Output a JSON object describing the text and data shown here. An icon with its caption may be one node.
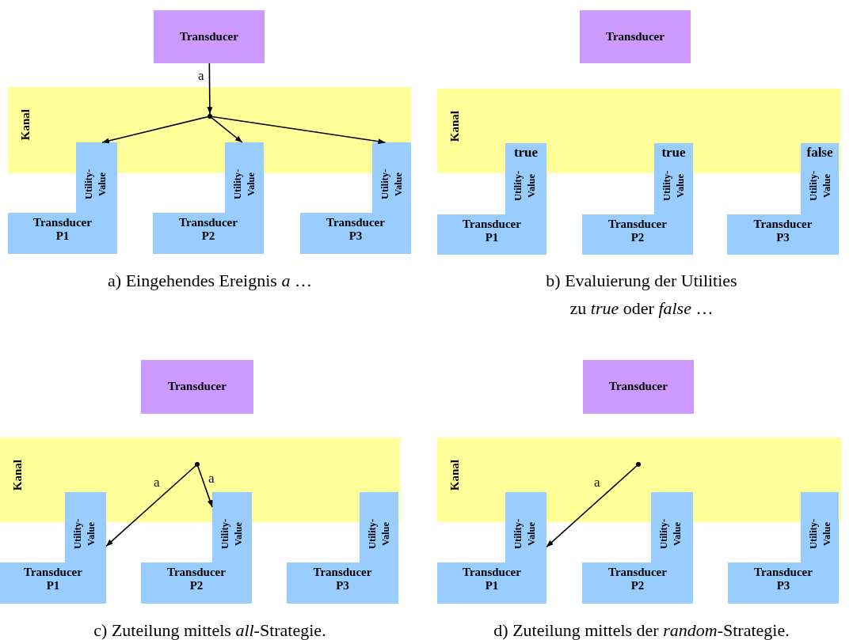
{
  "diagram": {
    "nodes": [
      {
        "text": [
          "Transducer"
        ]
      },
      {
        "text": [
          "Kanal"
        ]
      },
      {
        "text": [],
        "shape": "circle",
        "in": 1
      },
      {
        "text": [
          "Utility-Value",
          "Transducer P1"
        ]
      },
      {
        "text": [
          "Utility-Value",
          "Transducer P2"
        ]
      },
      {
        "text": [
          "Utility-Value",
          "Transducer P3"
        ]
      },
      {
        "text": [
          "Transducer"
        ]
      },
      {
        "text": [
          "Kanal"
        ]
      },
      {
        "text": [
          "true",
          "Utility-Value",
          "Transducer P1"
        ]
      },
      {
        "text": [
          "true",
          "Utility-Value",
          "Transducer P2"
        ]
      },
      {
        "text": [
          "false",
          "Utility-Value",
          "Transducer P3"
        ]
      },
      {
        "text": [
          "Transducer"
        ]
      },
      {
        "text": [
          "Kanal"
        ]
      },
      {
        "text": [],
        "shape": "circle",
        "in": 12
      },
      {
        "text": [
          "Utility-Value",
          "Transducer P1"
        ]
      },
      {
        "text": [
          "Utility-Value",
          "Transducer P2"
        ]
      },
      {
        "text": [
          "Utility-Value",
          "Transducer P3"
        ]
      },
      {
        "text": [
          "Transducer"
        ]
      },
      {
        "text": [
          "Kanal"
        ]
      },
      {
        "text": [],
        "shape": "circle",
        "in": 18
      },
      {
        "text": [
          "Utility-Value",
          "Transducer P1"
        ]
      },
      {
        "text": [
          "Utility-Value",
          "Transducer P2"
        ]
      },
      {
        "text": [
          "Utility-Value",
          "Transducer P3"
        ]
      }
    ],
    "edges": [
      {
        "from": 0,
        "to": 2,
        "arrow": "to",
        "label": "a"
      },
      {
        "from": 2,
        "to": 3,
        "arrow": "to"
      },
      {
        "from": 2,
        "to": 4,
        "arrow": "to"
      },
      {
        "from": 2,
        "to": 5,
        "arrow": "to"
      },
      {
        "from": 13,
        "to": 14,
        "arrow": "to",
        "label": "a"
      },
      {
        "from": 13,
        "to": 15,
        "arrow": "to",
        "label": "a"
      },
      {
        "from": 19,
        "to": 20,
        "arrow": "to",
        "label": "a"
      }
    ],
    "labels": [
      "a) Eingehendes Ereignis *a* …",
      "b) Evaluierung der Utilities zu *true* oder *false* …",
      "c) Zuteilung mittels *all*-Strategie.",
      "d) Zuteilung mittels der *random*-Strategie."
    ]
  }
}
